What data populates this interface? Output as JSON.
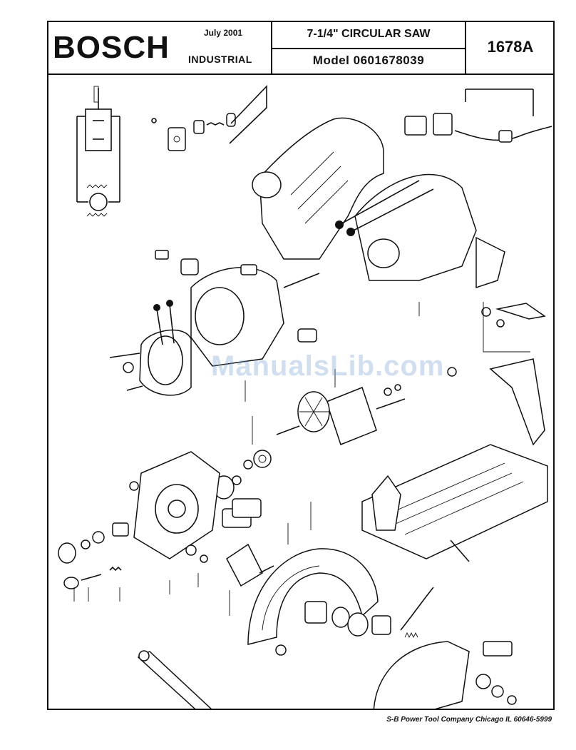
{
  "header": {
    "brand": "BOSCH",
    "date": "July  2001",
    "division": "INDUSTRIAL",
    "product": "7-1/4\" CIRCULAR SAW",
    "model": "Model  0601678039",
    "code": "1678A"
  },
  "footer": {
    "text": "S-B Power Tool Company   Chicago IL  60646-5999"
  },
  "watermark": "ManualsLib.com"
}
